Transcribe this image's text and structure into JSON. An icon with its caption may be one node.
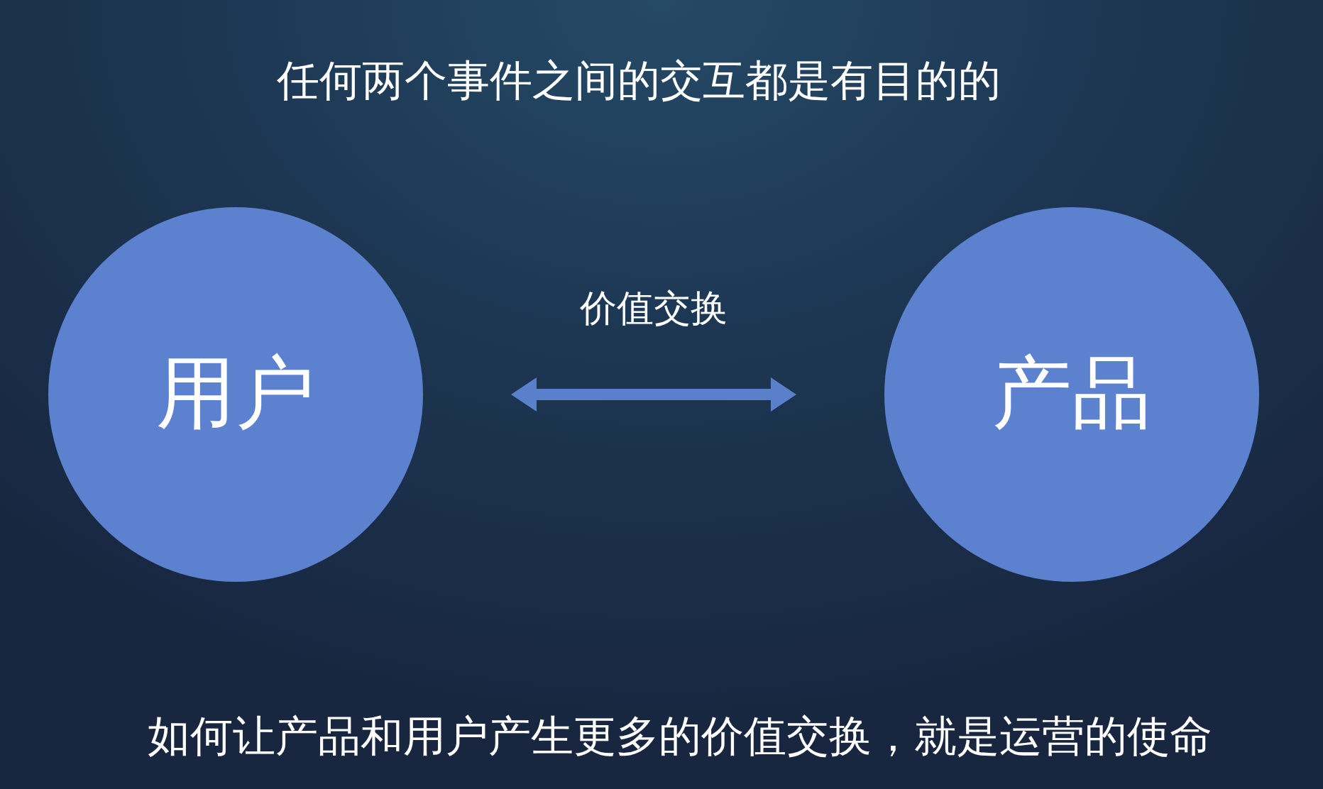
{
  "diagram": {
    "title": "任何两个事件之间的交互都是有目的的",
    "nodes": [
      {
        "text": [
          "用户"
        ]
      },
      {
        "text": [
          "产品"
        ]
      }
    ],
    "edges": [
      {
        "from": 0,
        "to": 1,
        "arrow": "both",
        "label": "价值交换"
      }
    ],
    "caption": "如何让产品和用户产生更多的价值交换，就是运营的使命"
  }
}
